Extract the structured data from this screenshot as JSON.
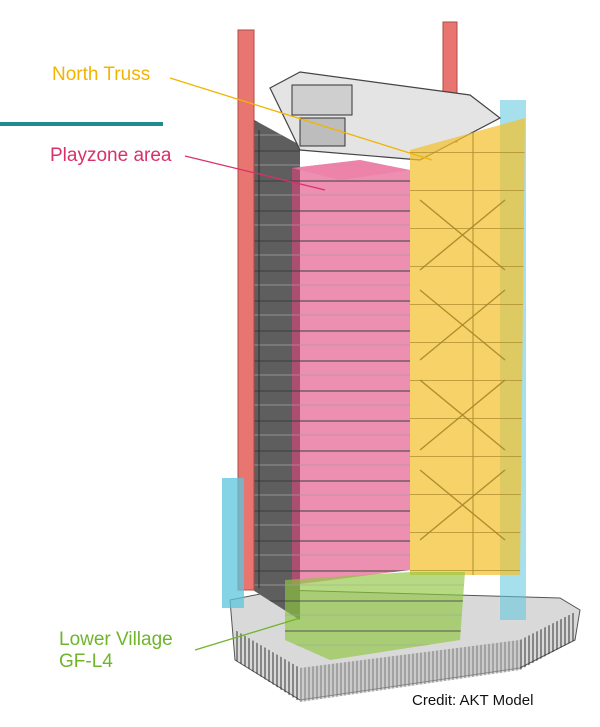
{
  "labels": {
    "north_truss": "North Truss",
    "playzone": "Playzone area",
    "lower_village_line1": "Lower Village",
    "lower_village_line2": "GF-L4"
  },
  "credit": "Credit: AKT Model",
  "colors": {
    "north_truss": "#f2c12e",
    "playzone": "#e0457b",
    "lower_village": "#8dc63f",
    "accent_bar": "#1e8c8e",
    "columns_red": "#e8756f",
    "glazing_blue": "#5bc6dc",
    "structure_dark": "#2b2b2b"
  }
}
